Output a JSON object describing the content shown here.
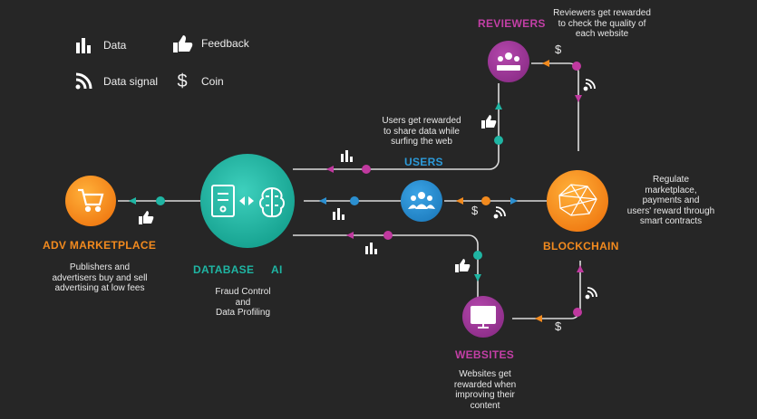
{
  "legend": {
    "data": "Data",
    "feedback": "Feedback",
    "data_signal": "Data signal",
    "coin": "Coin"
  },
  "nodes": {
    "reviewers": {
      "title": "REVIEWERS",
      "desc": [
        "Reviewers get rewarded",
        "to check the quality of",
        "each website"
      ]
    },
    "users": {
      "title": "USERS",
      "desc": [
        "Users get rewarded",
        "to share data while",
        "surfing the web"
      ]
    },
    "blockchain": {
      "title": "BLOCKCHAIN",
      "desc": [
        "Regulate",
        "marketplace,",
        "payments and",
        "users' reward through",
        "smart  contracts"
      ]
    },
    "websites": {
      "title": "WEBSITES",
      "desc": [
        "Websites get",
        "rewarded when",
        "improving their",
        "content"
      ]
    },
    "adv": {
      "title": "ADV MARKETPLACE",
      "desc": [
        "Publishers and",
        "advertisers buy and sell",
        "advertising at low fees"
      ]
    },
    "hub": {
      "database": "DATABASE",
      "ai": "AI",
      "desc": [
        "Fraud Control",
        "and",
        "Data Profiling"
      ]
    }
  },
  "coin_symbol": "$",
  "colors": {
    "background": "#262626",
    "purple": "#a23a9c",
    "blue": "#2b8fd0",
    "teal": "#1fb5a3",
    "orange": "#f28a1e",
    "magenta": "#c0399f",
    "line": "#dcdcdc"
  }
}
